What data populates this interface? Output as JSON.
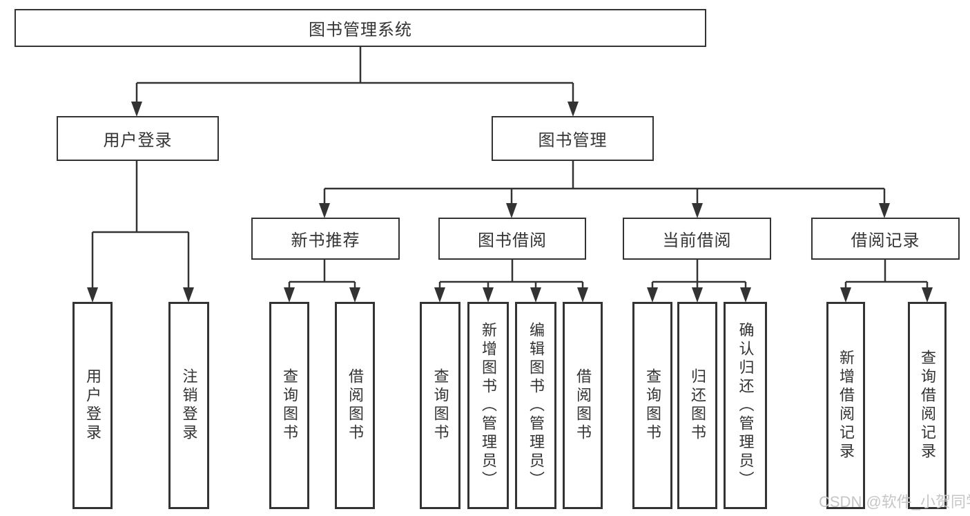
{
  "diagram": {
    "root": {
      "label": "图书管理系统"
    },
    "user_login": {
      "label": "用户登录",
      "children": {
        "login": {
          "label": "用户登录"
        },
        "logout": {
          "label": "注销登录"
        }
      }
    },
    "book_mgmt": {
      "label": "图书管理",
      "new_book_rec": {
        "label": "新书推荐",
        "children": {
          "query_books": {
            "label": "查询图书"
          },
          "borrow_books": {
            "label": "借阅图书"
          }
        }
      },
      "book_borrow": {
        "label": "图书借阅",
        "children": {
          "query_books": {
            "label": "查询图书"
          },
          "add_books": {
            "label": "新增图书（管理员）"
          },
          "edit_books": {
            "label": "编辑图书（管理员）"
          },
          "borrow_books": {
            "label": "借阅图书"
          }
        }
      },
      "current_borrow": {
        "label": "当前借阅",
        "children": {
          "query_books": {
            "label": "查询图书"
          },
          "return_books": {
            "label": "归还图书"
          },
          "confirm_return": {
            "label": "确认归还（管理员）"
          }
        }
      },
      "borrow_records": {
        "label": "借阅记录",
        "children": {
          "add_record": {
            "label": "新增借阅记录"
          },
          "query_record": {
            "label": "查询借阅记录"
          }
        }
      }
    }
  },
  "watermark": {
    "text": "CSDN @软件_小贺同学"
  },
  "colors": {
    "line": "#333333",
    "text": "#333333",
    "watermark": "#c6c6c6",
    "background": "#ffffff"
  }
}
